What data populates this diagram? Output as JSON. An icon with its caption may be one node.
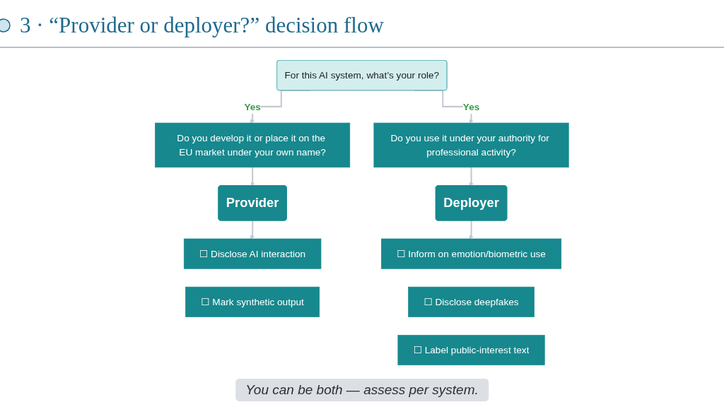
{
  "diagram": {
    "title": "3 · “Provider or deployer?” decision flow",
    "caption": "You can be both — assess per system.",
    "nodes": [
      {
        "text": [
          "For this AI system, what’s your role?"
        ]
      },
      {
        "text": [
          "Do you develop it or place it on the EU market under your own name?"
        ]
      },
      {
        "text": [
          "Do you use it under your authority for professional activity?"
        ]
      },
      {
        "text": [
          "Provider"
        ]
      },
      {
        "text": [
          "Deployer"
        ]
      },
      {
        "text": [
          "☐ Disclose AI interaction"
        ]
      },
      {
        "text": [
          "☐ Mark synthetic output"
        ]
      },
      {
        "text": [
          "☐ Inform on emotion/biometric use"
        ]
      },
      {
        "text": [
          "☐ Disclose deepfakes"
        ]
      },
      {
        "text": [
          "☐ Label public-interest text"
        ]
      }
    ],
    "edges": [
      {
        "from": 0,
        "to": 1,
        "arrow": "to",
        "label": "Yes"
      },
      {
        "from": 0,
        "to": 2,
        "arrow": "to",
        "label": "Yes"
      },
      {
        "from": 1,
        "to": 3,
        "arrow": "to"
      },
      {
        "from": 2,
        "to": 4,
        "arrow": "to"
      },
      {
        "from": 3,
        "to": 5,
        "arrow": "to"
      },
      {
        "from": 4,
        "to": 7,
        "arrow": "to"
      }
    ]
  }
}
